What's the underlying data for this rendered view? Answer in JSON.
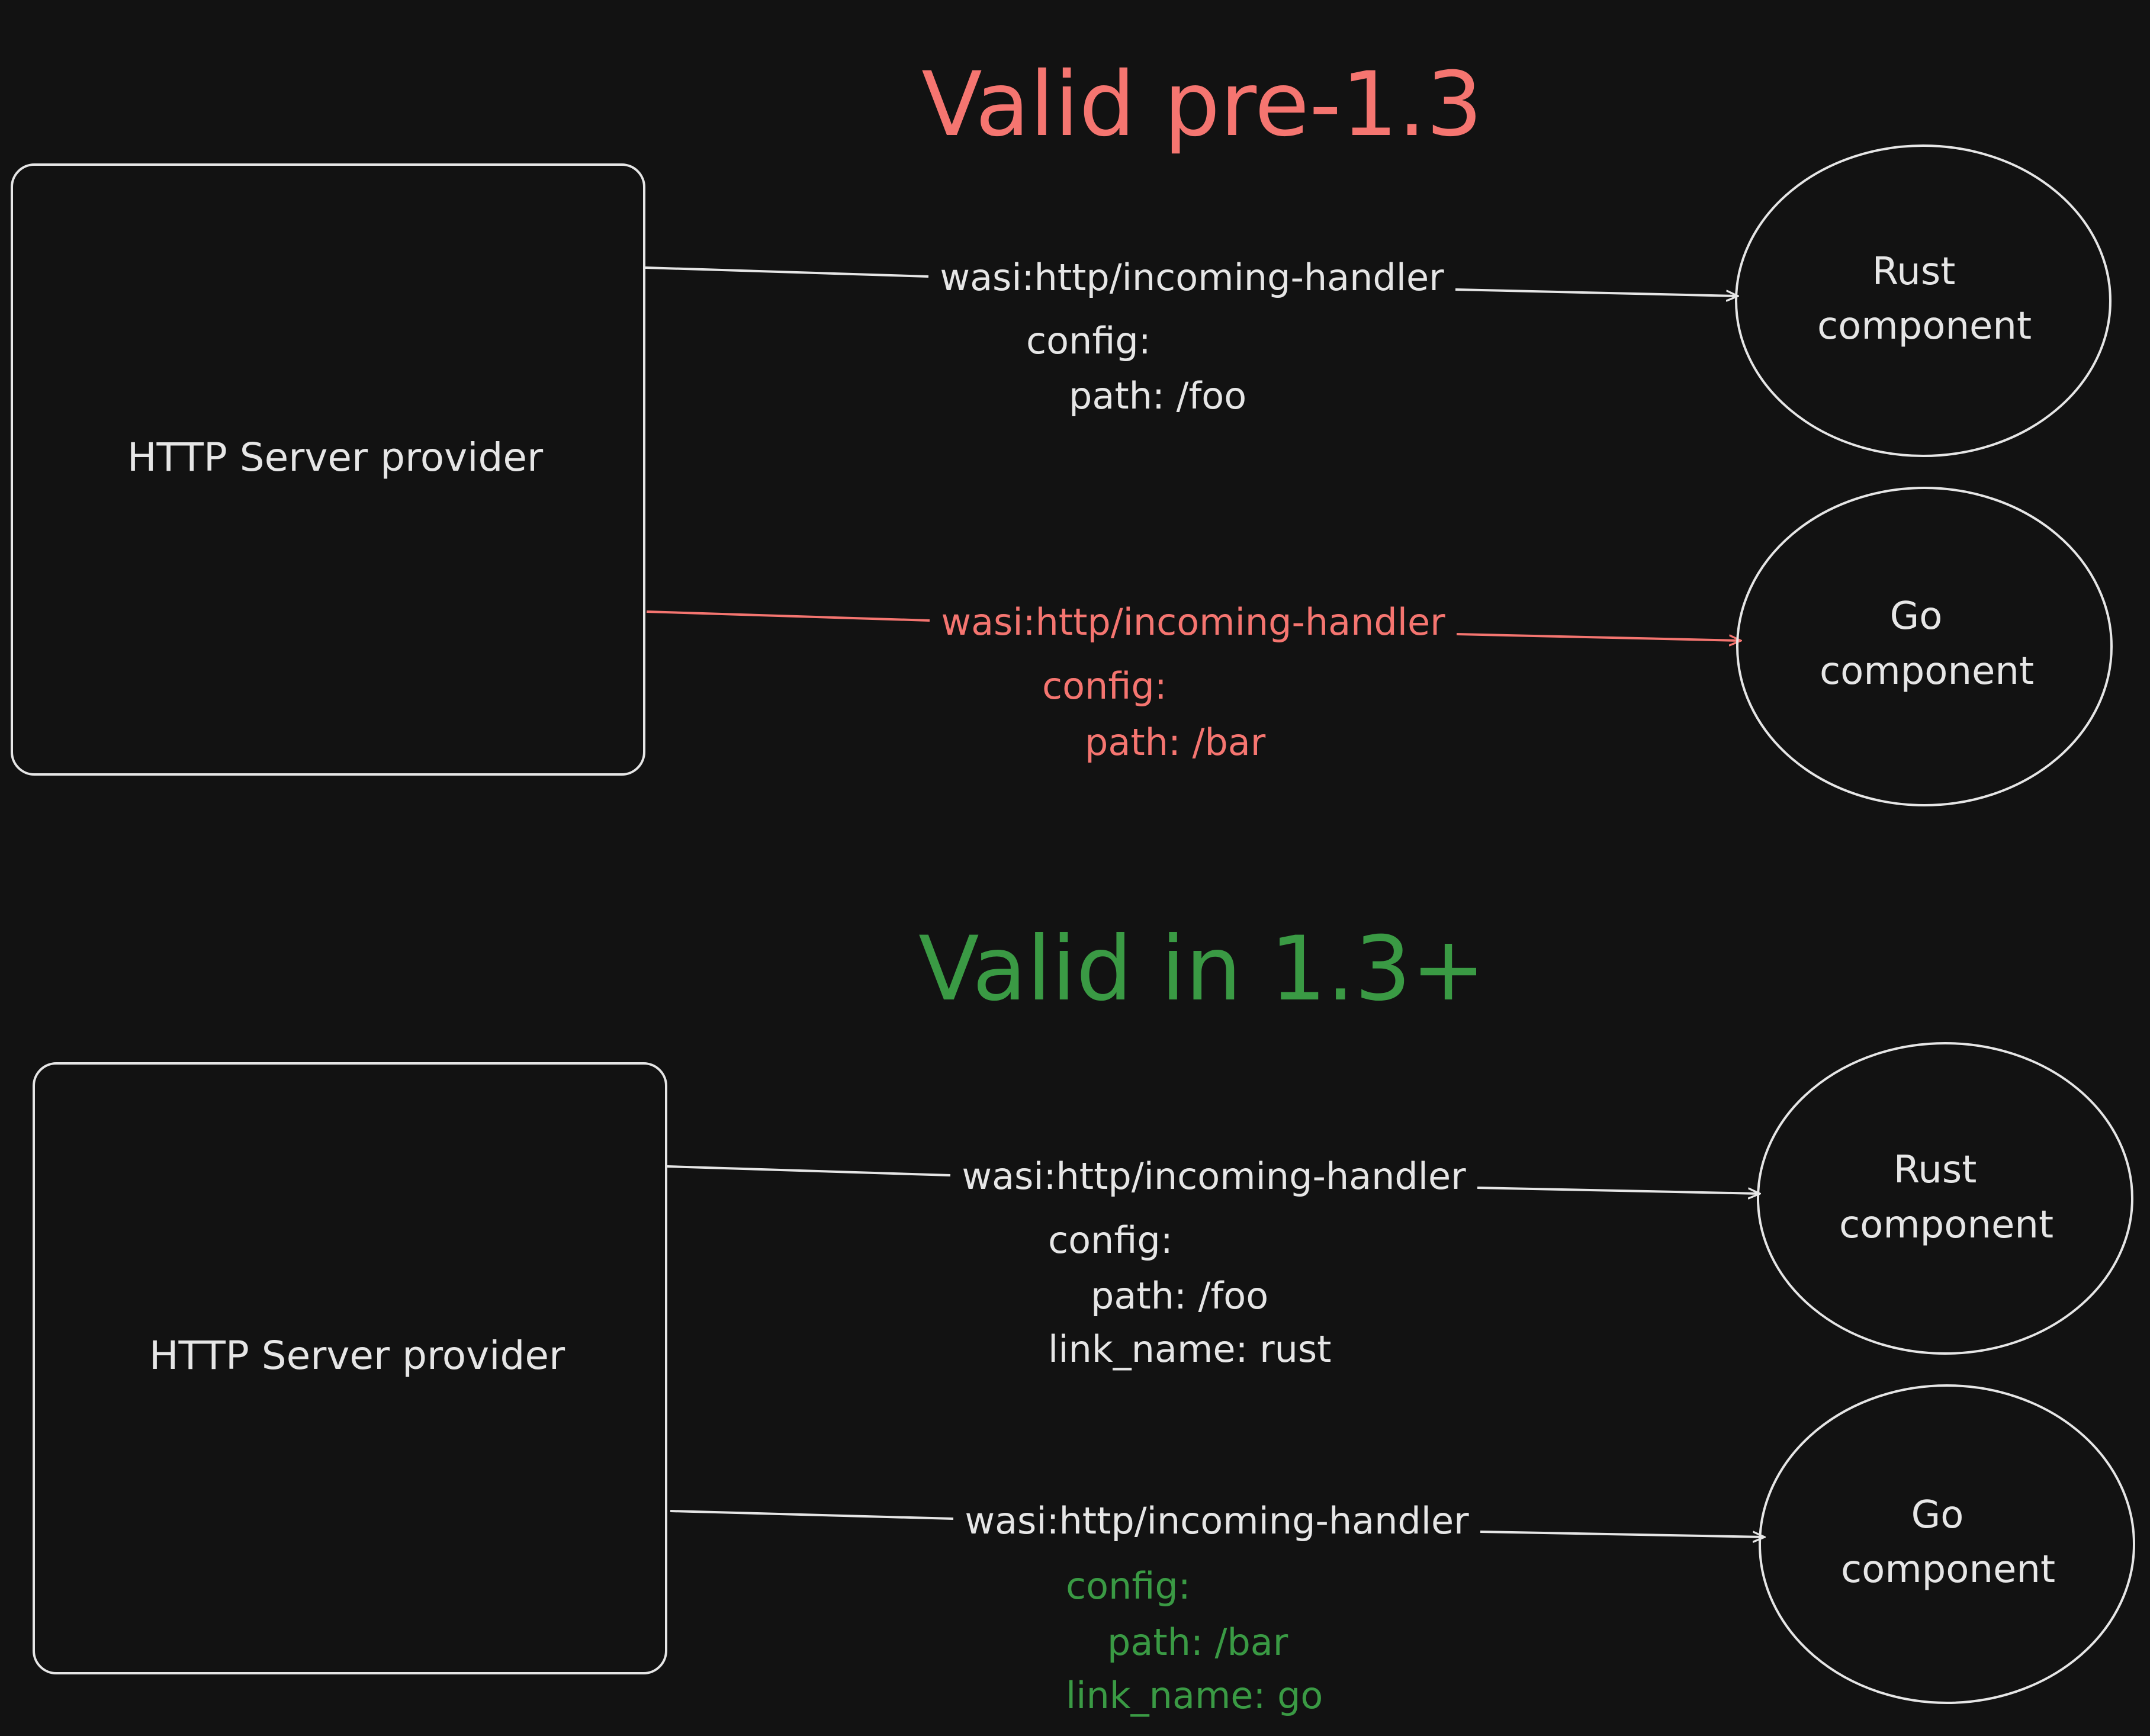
{
  "colors": {
    "background": "#121212",
    "stroke": "#e6e6e6",
    "red": "#f57570",
    "green": "#3a9a44"
  },
  "top": {
    "title": "Valid pre-1.3",
    "provider_label": "HTTP Server provider",
    "link1": {
      "interface": "wasi:http/incoming-handler",
      "config_key": "config:",
      "path": "path: /foo"
    },
    "link2": {
      "interface": "wasi:http/incoming-handler",
      "config_key": "config:",
      "path": "path: /bar"
    },
    "rust": {
      "line1": "Rust",
      "line2": "component"
    },
    "go": {
      "line1": "Go",
      "line2": "component"
    }
  },
  "bottom": {
    "title": "Valid in 1.3+",
    "provider_label": "HTTP Server provider",
    "link1": {
      "interface": "wasi:http/incoming-handler",
      "config_key": "config:",
      "path": "path: /foo",
      "link_name": "link_name: rust"
    },
    "link2": {
      "interface": "wasi:http/incoming-handler",
      "config_key": "config:",
      "path": "path: /bar",
      "link_name": "link_name: go"
    },
    "rust": {
      "line1": "Rust",
      "line2": "component"
    },
    "go": {
      "line1": "Go",
      "line2": "component"
    }
  }
}
